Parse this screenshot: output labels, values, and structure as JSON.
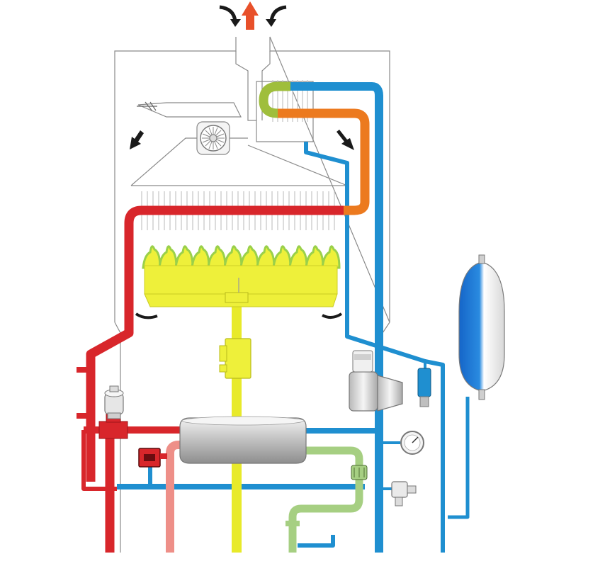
{
  "diagram": {
    "type": "gas-boiler-schematic",
    "text_labels": [],
    "colors": {
      "hot_flow": "#d8262b",
      "return_pink": "#ee8f88",
      "cold_blue": "#1f8fd0",
      "gas_yellow": "#e8ea2a",
      "dhw_green": "#a6cf82",
      "exchanger_orange": "#ec7a1f",
      "exchanger_green": "#9fbe3c",
      "flame_yellow": "#eef03a",
      "flame_green": "#9ad04a",
      "exhaust_arrow": "#e8502a",
      "airflow_arrow": "#1a1a1a",
      "vessel_blue": "#1e7fd6",
      "housing_outline": "#8a8a8a",
      "component_grey": "#c7c7c7"
    },
    "components": [
      {
        "name": "flue-outlet",
        "icon": "exhaust-arrow"
      },
      {
        "name": "combustion-fan",
        "icon": "fan-icon"
      },
      {
        "name": "main-heat-exchanger",
        "icon": "finned-coil"
      },
      {
        "name": "burner",
        "icon": "flame-icon"
      },
      {
        "name": "gas-valve",
        "icon": "valve-icon"
      },
      {
        "name": "circulation-pump",
        "icon": "pump-icon"
      },
      {
        "name": "plate-heat-exchanger",
        "icon": "cylinder-icon"
      },
      {
        "name": "expansion-vessel",
        "icon": "vessel-icon"
      },
      {
        "name": "pressure-gauge",
        "icon": "gauge-icon"
      },
      {
        "name": "automatic-air-vent",
        "icon": "vent-icon"
      },
      {
        "name": "diverter-valve",
        "icon": "valve-icon"
      },
      {
        "name": "safety-valve",
        "icon": "valve-icon"
      },
      {
        "name": "flow-sensor",
        "icon": "sensor-icon"
      },
      {
        "name": "filling-tap",
        "icon": "tap-icon"
      }
    ]
  }
}
